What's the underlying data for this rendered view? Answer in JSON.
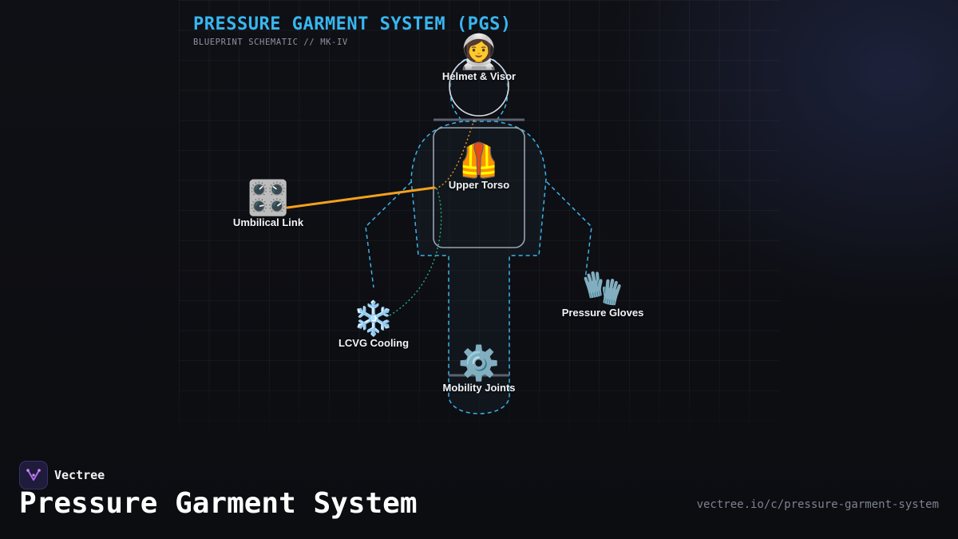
{
  "diagram": {
    "title": "PRESSURE GARMENT SYSTEM (PGS)",
    "subtitle": "BLUEPRINT SCHEMATIC // MK-IV",
    "nodes": [
      {
        "id": "helmet",
        "label": "Helmet & Visor",
        "icon": "astronaut-icon",
        "glyph": "👩‍🚀"
      },
      {
        "id": "torso",
        "label": "Upper Torso",
        "icon": "safety-vest-icon",
        "glyph": "🦺"
      },
      {
        "id": "umbilical",
        "label": "Umbilical Link",
        "icon": "control-knobs-icon",
        "glyph": "🎛️"
      },
      {
        "id": "gloves",
        "label": "Pressure Gloves",
        "icon": "gloves-icon",
        "glyph": "🧤"
      },
      {
        "id": "lcvg",
        "label": "LCVG Cooling",
        "icon": "snowflake-icon",
        "glyph": "❄️"
      },
      {
        "id": "joints",
        "label": "Mobility Joints",
        "icon": "gear-icon",
        "glyph": "⚙️"
      }
    ],
    "colors": {
      "title": "#38b6f0",
      "suit_outline": "#3bb3ea",
      "umbilical_line": "#f5a11c",
      "cooling_line": "#22c08a",
      "ring": "#d6dbe3"
    }
  },
  "footer": {
    "brand": "Vectree",
    "title": "Pressure Garment System",
    "url": "vectree.io/c/pressure-garment-system"
  }
}
